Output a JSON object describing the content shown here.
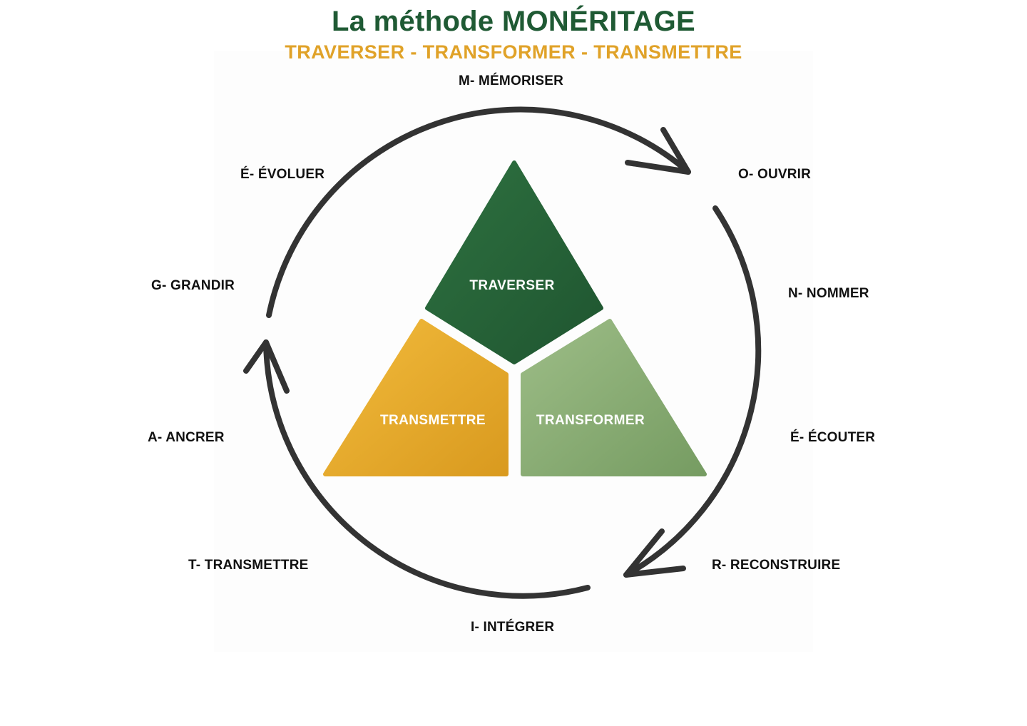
{
  "title": "La méthode MONÉRITAGE",
  "subtitle": "TRAVERSER - TRANSFORMER - TRANSMETTRE",
  "triangle": {
    "top": "TRAVERSER",
    "left": "TRANSMETTRE",
    "right": "TRANSFORMER"
  },
  "steps": [
    {
      "id": "m",
      "label": "M- MÉMORISER"
    },
    {
      "id": "o",
      "label": "O- OUVRIR"
    },
    {
      "id": "n",
      "label": "N- NOMMER"
    },
    {
      "id": "e",
      "label": "É- ÉCOUTER"
    },
    {
      "id": "r",
      "label": "R- RECONSTRUIRE"
    },
    {
      "id": "i",
      "label": "I- INTÉGRER"
    },
    {
      "id": "t",
      "label": "T- TRANSMETTRE"
    },
    {
      "id": "a",
      "label": "A- ANCRER"
    },
    {
      "id": "g",
      "label": "G- GRANDIR"
    },
    {
      "id": "e2",
      "label": "É- ÉVOLUER"
    }
  ],
  "colors": {
    "title": "#1f5a34",
    "subtitle": "#e0a228",
    "dark_green": "#2b6a38",
    "light_green": "#8fb07a",
    "gold": "#e8aa2c",
    "arrow": "#333333"
  }
}
